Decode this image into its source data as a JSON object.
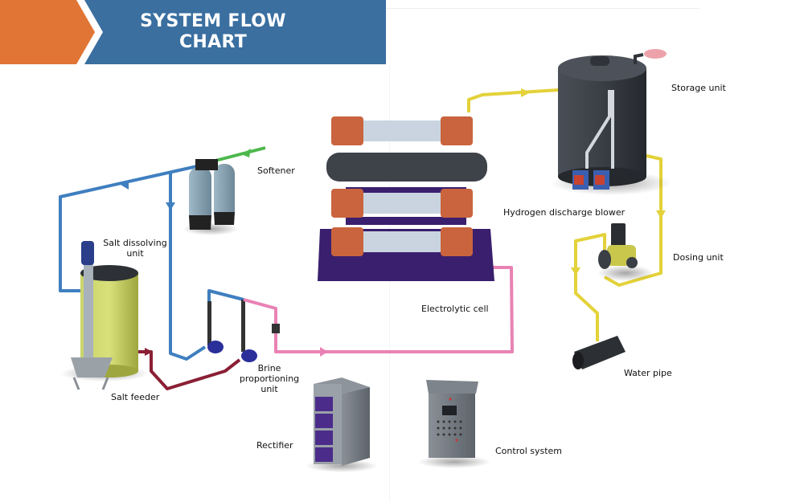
{
  "header": {
    "title_line1": "SYSTEM FLOW",
    "title_line2": "CHART",
    "colors": {
      "banner_blue": "#3a6fa0",
      "chevron_orange": "#e07535"
    }
  },
  "components": {
    "softener": "Softener",
    "salt_dissolving_line1": "Salt dissolving",
    "salt_dissolving_line2": "unit",
    "salt_feeder": "Salt feeder",
    "brine_line1": "Brine",
    "brine_line2": "proportioning",
    "brine_line3": "unit",
    "electrolytic_cell": "Electrolytic cell",
    "rectifier": "Rectifier",
    "control_system": "Control system",
    "storage_unit": "Storage unit",
    "hydrogen_blower": "Hydrogen discharge blower",
    "dosing_unit": "Dosing unit",
    "water_pipe": "Water pipe"
  },
  "pipe_colors": {
    "inlet_water": "#4cb84c",
    "soft_water": "#3f7fc0",
    "brine": "#8a1f35",
    "diluted_brine": "#e982b4",
    "product": "#e3d23a"
  }
}
